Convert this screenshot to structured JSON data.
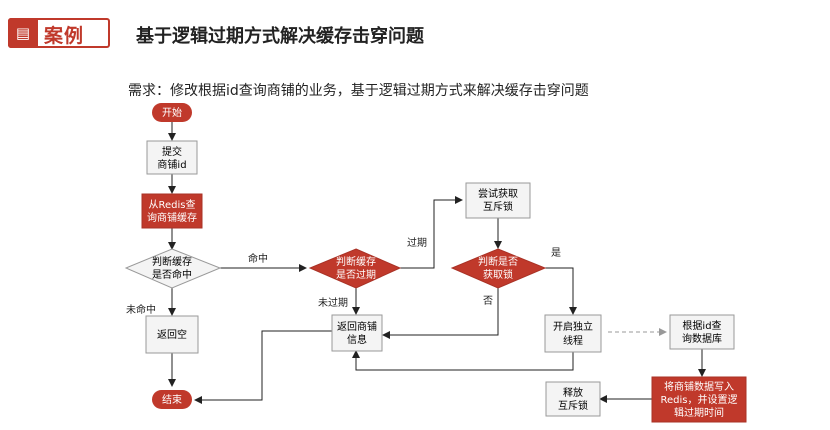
{
  "header": {
    "case_label": "案例",
    "title": "基于逻辑过期方式解决缓存击穿问题"
  },
  "requirement": "需求：修改根据id查询商铺的业务，基于逻辑过期方式来解决缓存击穿问题",
  "nodes": {
    "start": "开始",
    "submit_line1": "提交",
    "submit_line2": "商铺id",
    "redis_query_line1": "从Redis查",
    "redis_query_line2": "询商铺缓存",
    "hit_check_line1": "判断缓存",
    "hit_check_line2": "是否命中",
    "return_empty": "返回空",
    "end": "结束",
    "expire_check_line1": "判断缓存",
    "expire_check_line2": "是否过期",
    "return_info_line1": "返回商铺",
    "return_info_line2": "信息",
    "try_lock_line1": "尝试获取",
    "try_lock_line2": "互斥锁",
    "lock_check_line1": "判断是否",
    "lock_check_line2": "获取锁",
    "open_thread_line1": "开启独立",
    "open_thread_line2": "线程",
    "query_db_line1": "根据id查",
    "query_db_line2": "询数据库",
    "write_redis_line1": "将商铺数据写入",
    "write_redis_line2": "Redis，并设置逻",
    "write_redis_line3": "辑过期时间",
    "release_lock_line1": "释放",
    "release_lock_line2": "互斥锁"
  },
  "edges": {
    "hit": "命中",
    "miss": "未命中",
    "expired": "过期",
    "not_expired": "未过期",
    "yes": "是",
    "no": "否"
  },
  "colors": {
    "accent": "#c0392b",
    "node_fill": "#f4f4f4",
    "node_stroke": "#999999"
  }
}
